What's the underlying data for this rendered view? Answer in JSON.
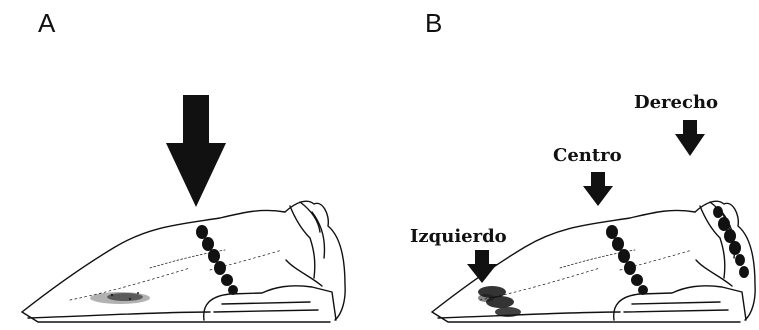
{
  "panels": {
    "a": {
      "letter": "A"
    },
    "b": {
      "letter": "B",
      "zones": {
        "left": "Izquierdo",
        "center": "Centro",
        "right": "Derecho"
      }
    }
  },
  "colors": {
    "ink": "#111111",
    "shading": "#222222",
    "background": "#ffffff"
  }
}
